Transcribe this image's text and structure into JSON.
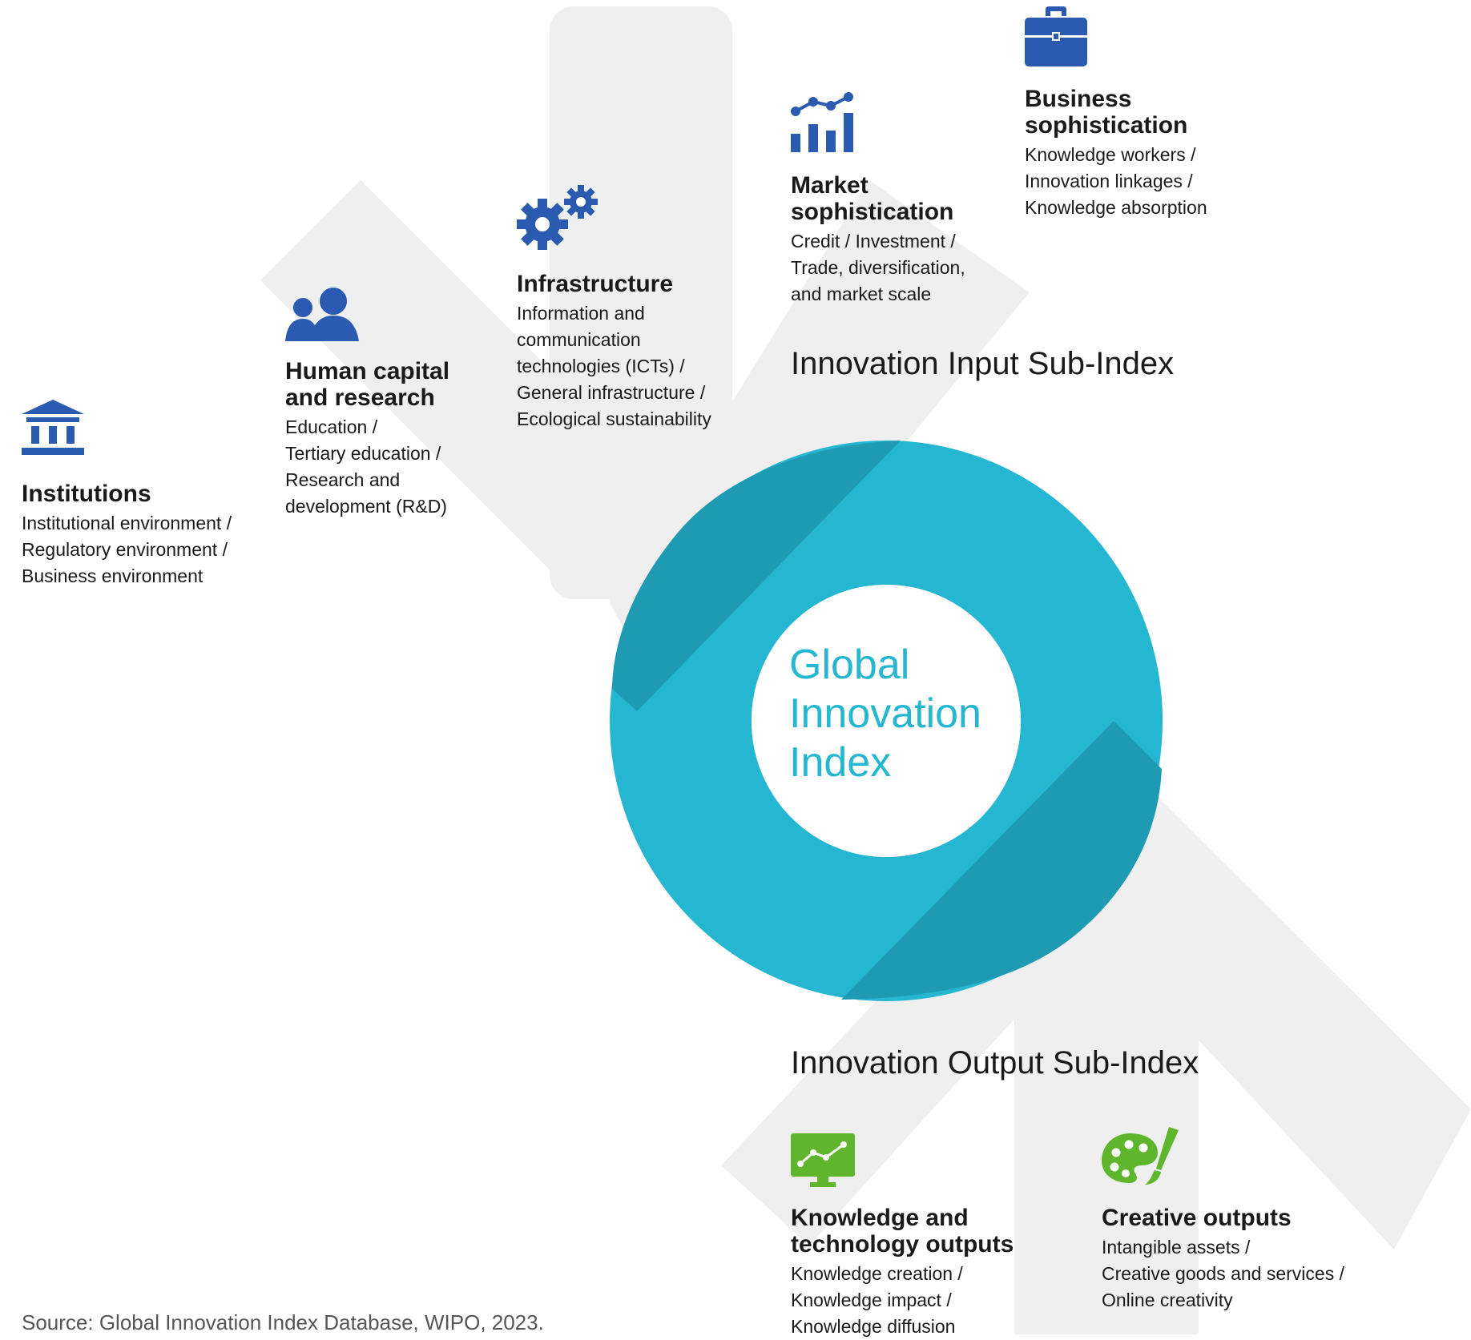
{
  "colors": {
    "band": "#efefef",
    "ring": "#25b6d2",
    "ring_overlap": "#1e9bb3",
    "input_icon": "#2a5bb0",
    "output_icon": "#5fb62d"
  },
  "pillars": {
    "institutions": {
      "icon": "institution-icon",
      "title": "Institutions",
      "items": [
        "Institutional environment /",
        "Regulatory environment /",
        "Business environment"
      ]
    },
    "human_capital": {
      "icon": "people-icon",
      "title_lines": [
        "Human capital",
        "and research"
      ],
      "items": [
        "Education /",
        "Tertiary education /",
        "Research and",
        "development (R&D)"
      ]
    },
    "infrastructure": {
      "icon": "gears-icon",
      "title": "Infrastructure",
      "items": [
        "Information and",
        "communication",
        "technologies (ICTs) /",
        "General infrastructure /",
        "Ecological sustainability"
      ]
    },
    "market": {
      "icon": "bar-chart-icon",
      "title_lines": [
        "Market",
        "sophistication"
      ],
      "items": [
        "Credit / Investment /",
        "Trade, diversification,",
        "and market scale"
      ]
    },
    "business": {
      "icon": "briefcase-icon",
      "title_lines": [
        "Business",
        "sophistication"
      ],
      "items": [
        "Knowledge workers /",
        "Innovation linkages /",
        "Knowledge absorption"
      ]
    },
    "knowledge": {
      "icon": "monitor-chart-icon",
      "title_lines": [
        "Knowledge and",
        "technology outputs"
      ],
      "items": [
        "Knowledge creation /",
        "Knowledge impact /",
        "Knowledge diffusion"
      ]
    },
    "creative": {
      "icon": "palette-icon",
      "title": "Creative outputs",
      "items": [
        "Intangible assets /",
        "Creative goods and services /",
        "Online creativity"
      ]
    }
  },
  "subindex": {
    "input": "Innovation Input Sub-Index",
    "output": "Innovation Output Sub-Index"
  },
  "center": {
    "lines": [
      "Global",
      "Innovation",
      "Index"
    ]
  },
  "source": "Source: Global Innovation Index Database, WIPO, 2023."
}
